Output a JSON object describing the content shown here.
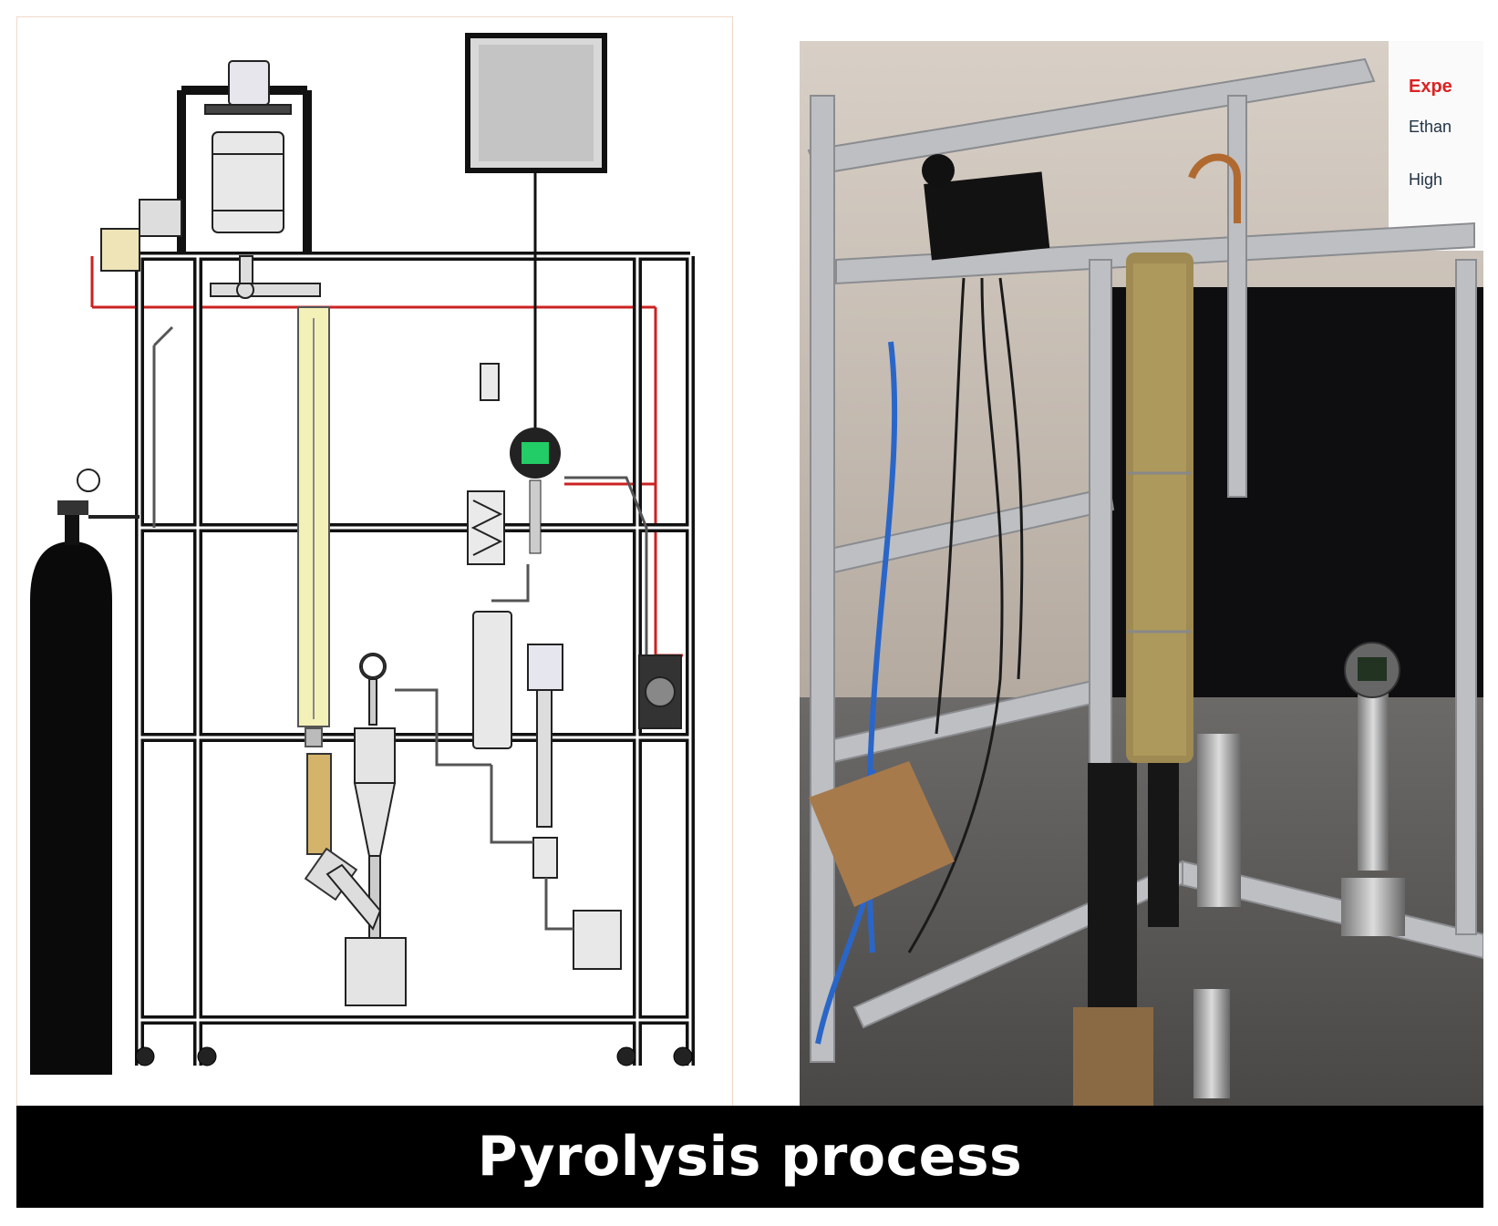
{
  "caption": {
    "text": "Pyrolysis process"
  },
  "left_panel": {
    "view": "cad-schematic"
  },
  "right_panel": {
    "view": "lab-photograph",
    "sign_text": [
      "Expe",
      "Ethan",
      "High"
    ]
  },
  "colors": {
    "caption_bg": "#000000",
    "caption_text": "#ffffff",
    "frame": "#111111",
    "reactor_tube": "#f3f0b8",
    "insulation": "#b89a5a",
    "signal_wire": "#cc2222",
    "display_screen": "#22cc66"
  }
}
